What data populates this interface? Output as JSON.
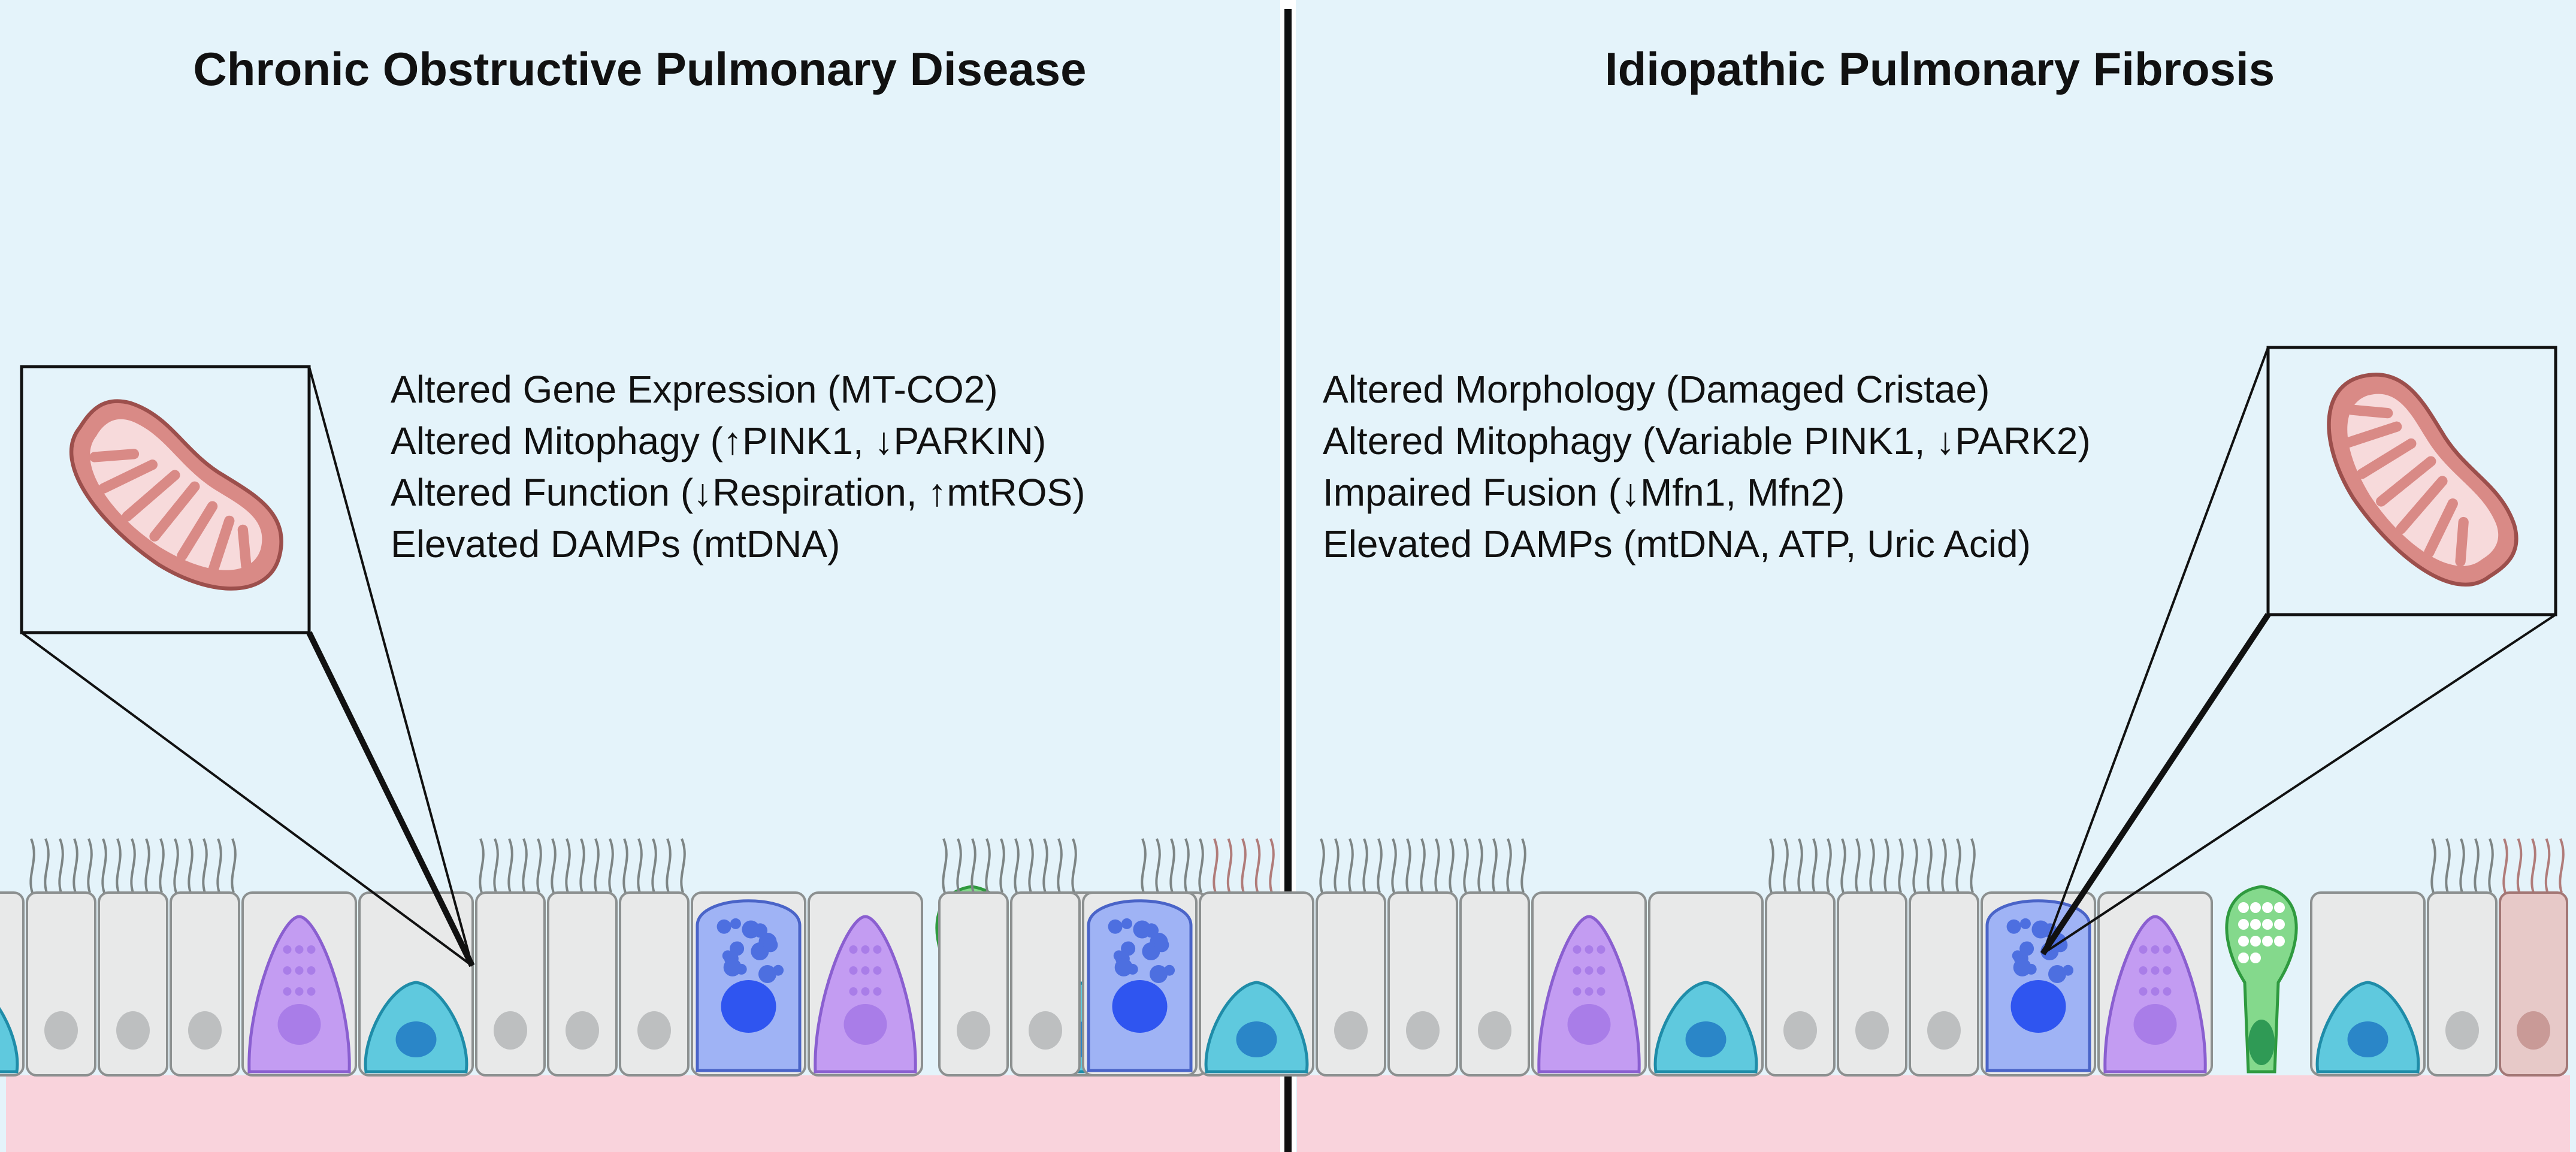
{
  "panels": [
    {
      "title": "Chronic Obstructive Pulmonary Disease",
      "findings": [
        "Altered Gene Expression (MT-CO2)",
        "Altered Mitophagy (↑PINK1, ↓PARKIN)",
        "Altered Function (↓Respiration, ↑mtROS)",
        "Elevated DAMPs (mtDNA)"
      ]
    },
    {
      "title": "Idiopathic Pulmonary Fibrosis",
      "findings": [
        "Altered Morphology (Damaged Cristae)",
        "Altered Mitophagy (Variable PINK1, ↓PARK2)",
        "Impaired Fusion (↓Mfn1, Mfn2)",
        "Elevated DAMPs (mtDNA, ATP, Uric Acid)"
      ]
    }
  ],
  "colors": {
    "background": "#e4f3fa",
    "basement_membrane": "#f9d3dc",
    "ciliated_cell": "#e8e9e9",
    "goblet_cell": "#9fb3f5",
    "basal_cell": "#5fc9de",
    "club_cell": "#c39cf2",
    "ionocyte": "#84d98c",
    "brush_cell": "#e7c9c8",
    "mitochondrion": "#d98a86"
  },
  "cell_sequences": [
    [
      "ciliated",
      "ciliated",
      "goblet",
      "basal",
      "ciliated",
      "ciliated",
      "ciliated",
      "club",
      "basal",
      "ciliated",
      "ciliated",
      "ciliated",
      "goblet",
      "club",
      "ionocyte",
      "basal",
      "ciliated",
      "brush"
    ],
    [
      "ciliated",
      "ciliated",
      "goblet",
      "basal",
      "ciliated",
      "ciliated",
      "ciliated",
      "club",
      "basal",
      "ciliated",
      "ciliated",
      "ciliated",
      "goblet",
      "club",
      "ionocyte",
      "basal",
      "ciliated",
      "brush"
    ]
  ]
}
